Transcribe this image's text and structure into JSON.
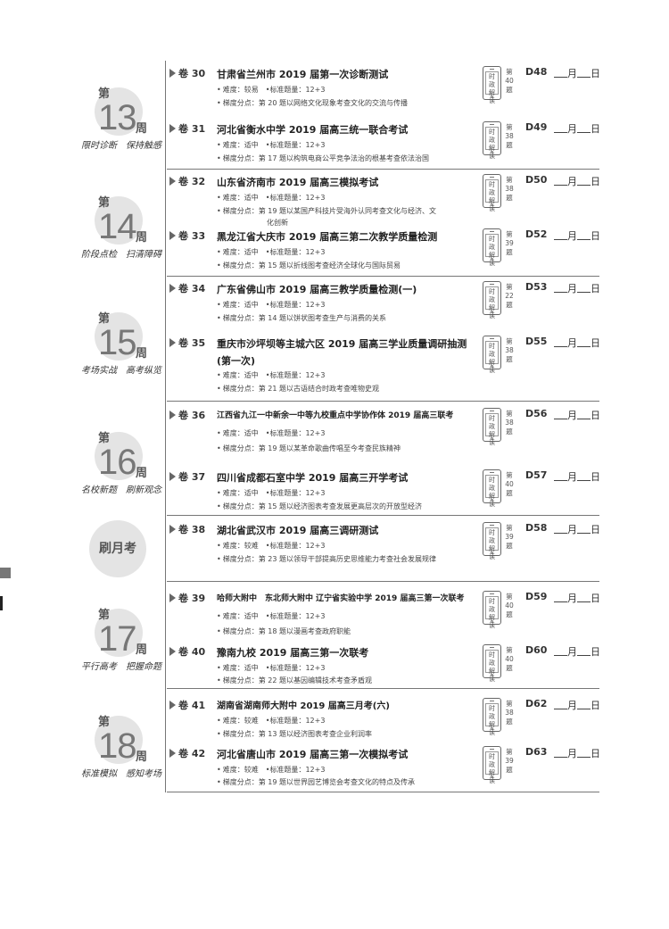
{
  "diff_prefix": "难度：",
  "std_prefix": "标准题量：",
  "point_prefix": "梯度分点：",
  "phone_text": "时政解读",
  "date_month": "月",
  "date_day": "日",
  "monthly_exam": "刷月考",
  "weeks": [
    {
      "di": "第",
      "num": "13",
      "zhou": "周",
      "motto": "限时诊断　保持触感",
      "papers": [
        {
          "vol": "卷 30",
          "title": "甘肃省兰州市 2019 届第一次诊断测试",
          "difficulty": "较易",
          "standard": "12+3",
          "point": "第 20 题以网络文化现象考查文化的交流与传播",
          "q_di": "第",
          "q_num": "40",
          "q_ti": "题",
          "day": "D48"
        },
        {
          "vol": "卷 31",
          "title": "河北省衡水中学 2019 届高三统一联合考试",
          "difficulty": "适中",
          "standard": "12+3",
          "point": "第 17 题以构筑电商公平竞争法治的根基考查依法治国",
          "q_di": "第",
          "q_num": "38",
          "q_ti": "题",
          "day": "D49"
        }
      ]
    },
    {
      "di": "第",
      "num": "14",
      "zhou": "周",
      "motto": "阶段点检　扫清障碍",
      "papers": [
        {
          "vol": "卷 32",
          "title": "山东省济南市 2019 届高三模拟考试",
          "difficulty": "适中",
          "standard": "12+3",
          "point": "第 19 题以某国产科技片受海外认同考查文化与经济、文",
          "point2": "化创新",
          "q_di": "第",
          "q_num": "38",
          "q_ti": "题",
          "day": "D50"
        },
        {
          "vol": "卷 33",
          "title": "黑龙江省大庆市 2019 届高三第二次教学质量检测",
          "difficulty": "适中",
          "standard": "12+3",
          "point": "第 15 题以折线图考查经济全球化与国际贸易",
          "q_di": "第",
          "q_num": "39",
          "q_ti": "题",
          "day": "D52"
        }
      ]
    },
    {
      "di": "第",
      "num": "15",
      "zhou": "周",
      "motto": "考场实战　高考纵览",
      "papers": [
        {
          "vol": "卷 34",
          "title": "广东省佛山市 2019 届高三教学质量检测(一)",
          "difficulty": "适中",
          "standard": "12+3",
          "point": "第 14 题以饼状图考查生产与消费的关系",
          "q_di": "第",
          "q_num": "22",
          "q_ti": "题",
          "day": "D53"
        },
        {
          "vol": "卷 35",
          "title": "重庆市沙坪坝等主城六区 2019 届高三学业质量调研抽测(第一次)",
          "difficulty": "适中",
          "standard": "12+3",
          "point": "第 21 题以古语结合时政考查唯物史观",
          "q_di": "第",
          "q_num": "38",
          "q_ti": "题",
          "day": "D55"
        }
      ]
    },
    {
      "di": "第",
      "num": "16",
      "zhou": "周",
      "motto": "名校新题　刷新观念",
      "papers": [
        {
          "vol": "卷 36",
          "title": "江西省九江一中新余一中等九校重点中学协作体 2019 届高三联考",
          "difficulty": "适中",
          "standard": "12+3",
          "point": "第 19 题以某革命歌曲传唱至今考查民族精神",
          "q_di": "第",
          "q_num": "38",
          "q_ti": "题",
          "day": "D56"
        },
        {
          "vol": "卷 37",
          "title": "四川省成都石室中学 2019 届高三开学考试",
          "difficulty": "适中",
          "standard": "12+3",
          "point": "第 15 题以经济图表考查发展更高层次的开放型经济",
          "q_di": "第",
          "q_num": "40",
          "q_ti": "题",
          "day": "D57"
        }
      ]
    },
    {
      "monthly": true,
      "papers": [
        {
          "vol": "卷 38",
          "title": "湖北省武汉市 2019 届高三调研测试",
          "difficulty": "较难",
          "standard": "12+3",
          "point": "第 23 题以领导干部提高历史思维能力考查社会发展规律",
          "q_di": "第",
          "q_num": "39",
          "q_ti": "题",
          "day": "D58"
        }
      ]
    },
    {
      "di": "第",
      "num": "17",
      "zhou": "周",
      "motto": "平行高考　把握命题",
      "papers": [
        {
          "vol": "卷 39",
          "title": "哈师大附中　东北师大附中 辽宁省实验中学 2019 届高三第一次联考",
          "difficulty": "适中",
          "standard": "12+3",
          "point": "第 18 题以漫画考查政府职能",
          "q_di": "第",
          "q_num": "40",
          "q_ti": "题",
          "day": "D59"
        },
        {
          "vol": "卷 40",
          "title": "豫南九校 2019 届高三第一次联考",
          "difficulty": "适中",
          "standard": "12+3",
          "point": "第 22 题以基因编辑技术考查矛盾观",
          "q_di": "第",
          "q_num": "40",
          "q_ti": "题",
          "day": "D60"
        }
      ]
    },
    {
      "di": "第",
      "num": "18",
      "zhou": "周",
      "motto": "标准模拟　感知考场",
      "papers": [
        {
          "vol": "卷 41",
          "title": "湖南省湖南师大附中 2019 届高三月考(六)",
          "difficulty": "较难",
          "standard": "12+3",
          "point": "第 13 题以经济图表考查企业利润率",
          "q_di": "第",
          "q_num": "38",
          "q_ti": "题",
          "day": "D62"
        },
        {
          "vol": "卷 42",
          "title": "河北省唐山市 2019 届高三第一次模拟考试",
          "difficulty": "较难",
          "standard": "12+3",
          "point": "第 19 题以世界园艺博览会考查文化的特点及传承",
          "q_di": "第",
          "q_num": "39",
          "q_ti": "题",
          "day": "D63"
        }
      ]
    }
  ]
}
